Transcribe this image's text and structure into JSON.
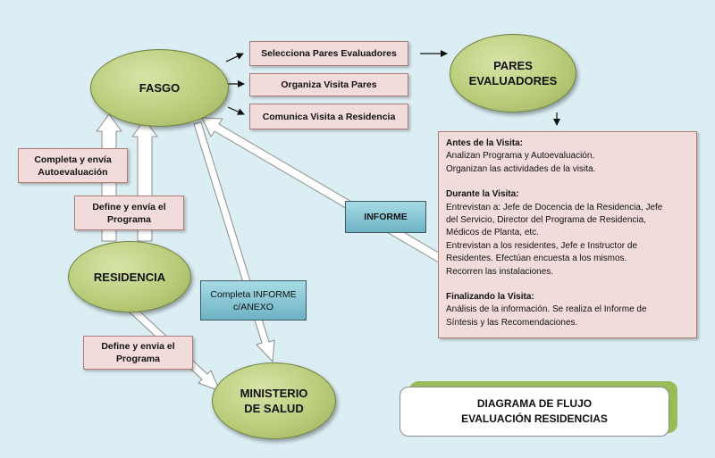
{
  "colors": {
    "background": "#dbeef3",
    "ellipse_fill": "#b9cd7b",
    "box_fill": "#f2dcdb",
    "teal_fill": "#6db2c4",
    "title_accent": "#9bbb59"
  },
  "nodes": {
    "fasgo": "FASGO",
    "pares": "PARES\nEVALUADORES",
    "residencia": "RESIDENCIA",
    "ministerio": "MINISTERIO\nDE SALUD"
  },
  "boxes": {
    "selecciona": "Selecciona Pares Evaluadores",
    "organiza": "Organiza Visita Pares",
    "comunica": "Comunica Visita a Residencia",
    "completa_autoevaluacion": "Completa  y envía\nAutoevaluación",
    "define_programa_fasgo": "Define y envía  el\nPrograma",
    "define_programa_ministerio": "Define y envia el\nPrograma"
  },
  "labels": {
    "informe": "INFORME",
    "completa_informe": "Completa INFORME\nc/ANEXO"
  },
  "panel": {
    "antes_head": "Antes de la Visita:",
    "antes_1": "Analizan Programa y Autoevaluación.",
    "antes_2": "Organizan las actividades de la visita.",
    "durante_head": "Durante la Visita:",
    "durante_1": "Entrevistan a: Jefe de Docencia de la Residencia, Jefe",
    "durante_2": "del Servicio, Director del Programa de Residencia,",
    "durante_3": "Médicos de Planta, etc.",
    "durante_4": "Entrevistan a los residentes, Jefe e Instructor de",
    "durante_5": "Residentes. Efectúan encuesta a los mismos.",
    "durante_6": "Recorren las instalaciones.",
    "final_head": "Finalizando la Visita:",
    "final_1": "Análisis de la información. Se realiza el Informe de",
    "final_2": "Síntesis y las Recomendaciones."
  },
  "title": {
    "line1": "DIAGRAMA DE FLUJO",
    "line2": "EVALUACIÓN RESIDENCIAS"
  }
}
